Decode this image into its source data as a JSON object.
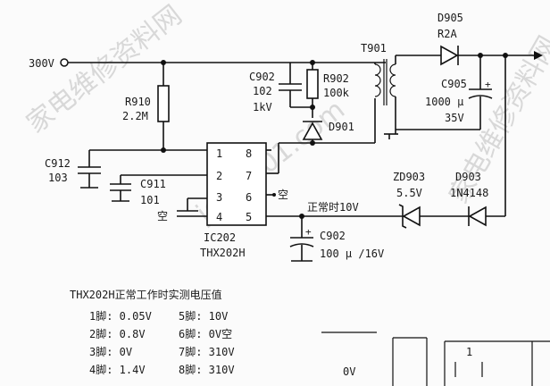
{
  "watermark": {
    "left": "家电维修资料网",
    "mid": "jdwx001.com",
    "right": "家电维修资料网"
  },
  "input": {
    "voltage": "300V"
  },
  "components": {
    "r910": {
      "ref": "R910",
      "value": "2.2M"
    },
    "c902a": {
      "ref": "C902",
      "value1": "102",
      "value2": "1kV"
    },
    "r902": {
      "ref": "R902",
      "value": "100k"
    },
    "d901": {
      "ref": "D901"
    },
    "t901": {
      "ref": "T901"
    },
    "d905": {
      "ref": "D905",
      "value": "R2A"
    },
    "c905": {
      "ref": "C905",
      "value1": "1000 μ",
      "value2": "35V"
    },
    "c912": {
      "ref": "C912",
      "value": "103"
    },
    "c911": {
      "ref": "C911",
      "value": "101"
    },
    "ic202": {
      "ref": "IC202",
      "part": "THX202H"
    },
    "zd903": {
      "ref": "ZD903",
      "value": "5.5V"
    },
    "d903": {
      "ref": "D903",
      "value": "1N4148"
    },
    "c902b": {
      "ref": "C902",
      "value": "100 μ /16V"
    }
  },
  "ic_pins": {
    "p1": "1",
    "p2": "2",
    "p3": "3",
    "p4": "4",
    "p5": "5",
    "p6": "6",
    "p7": "7",
    "p8": "8"
  },
  "labels": {
    "empty_pin6": "空",
    "empty_pin4": "空",
    "normal_voltage": "正常时10V"
  },
  "table": {
    "title": "THX202H正常工作时实测电压值",
    "rows": [
      {
        "left": "1脚: 0.05V",
        "right": "5脚: 10V"
      },
      {
        "left": "2脚: 0.8V",
        "right": "6脚: 0V空"
      },
      {
        "left": "3脚: 0V",
        "right": "7脚: 310V"
      },
      {
        "left": "4脚: 1.4V",
        "right": "8脚: 310V"
      }
    ]
  },
  "corner": {
    "text_a": "1",
    "text_b": "0V"
  }
}
